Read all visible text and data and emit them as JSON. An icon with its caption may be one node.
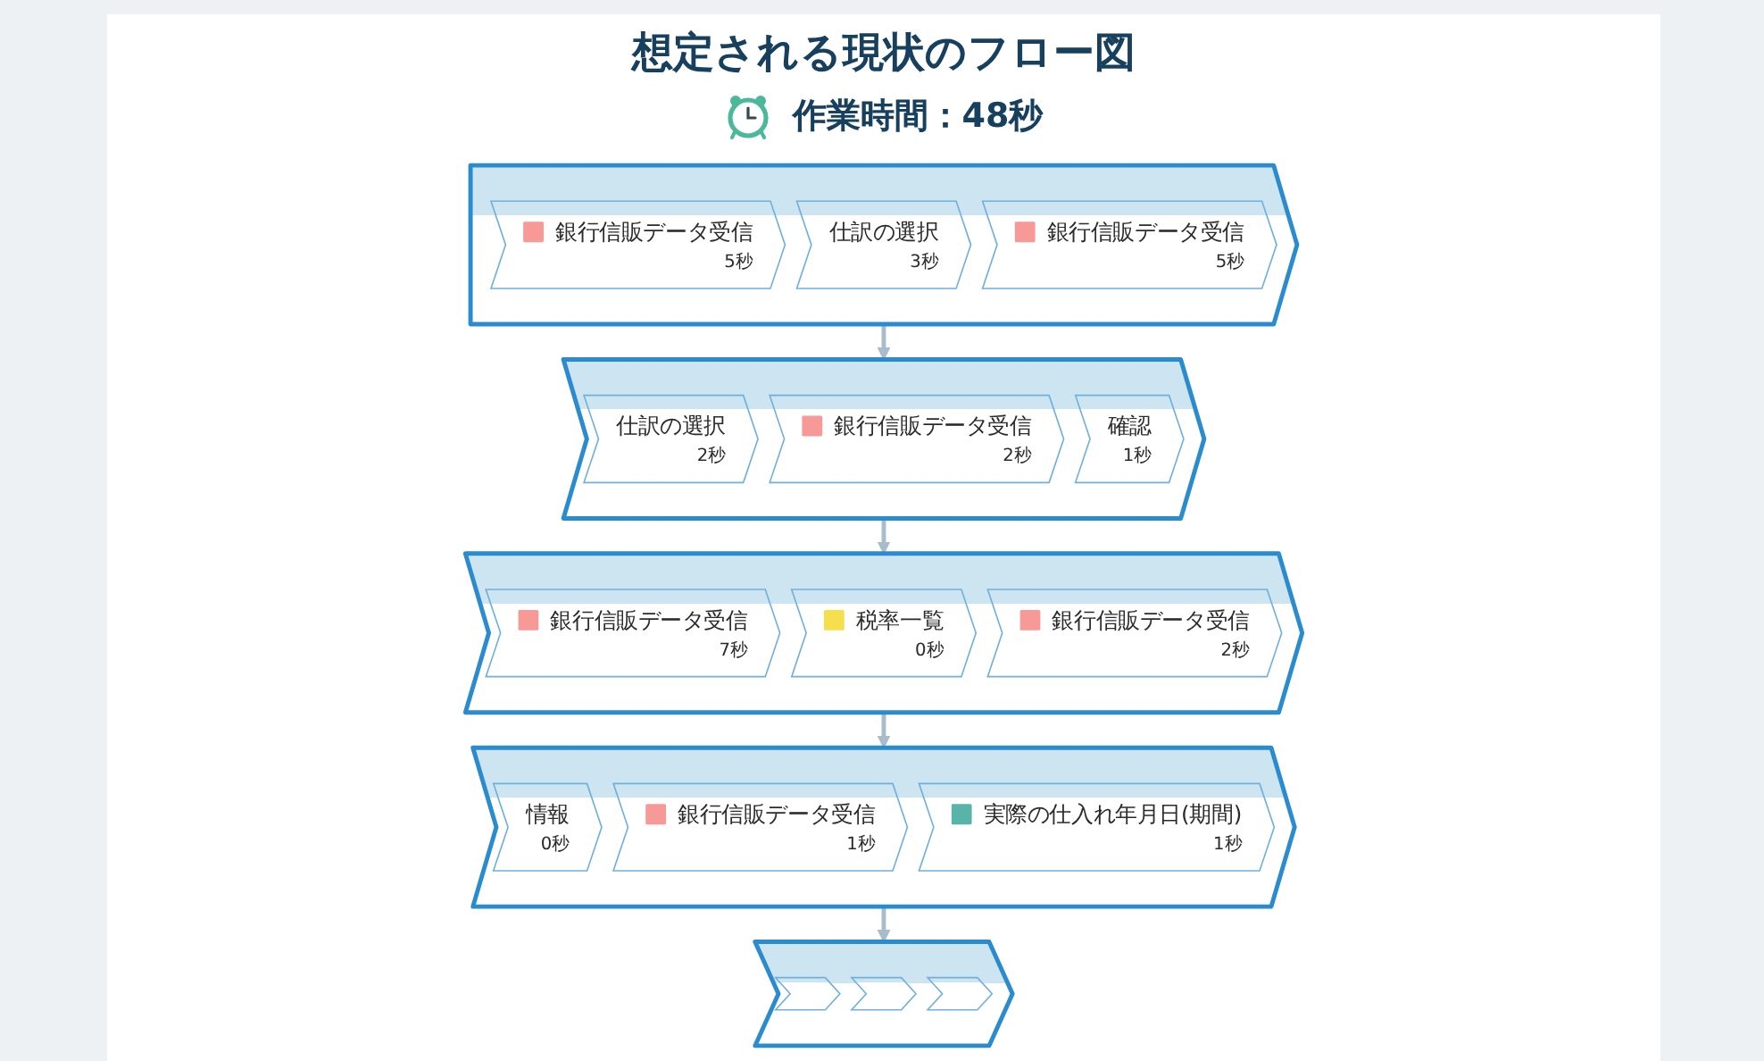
{
  "diagram": {
    "title": "想定される現状のフロー図",
    "nodes": [
      {
        "text": [],
        "shape": "band"
      },
      {
        "text": [
          "銀行信販データ受信",
          "5秒"
        ],
        "in": 0
      },
      {
        "text": [
          "仕訳の選択",
          "3秒"
        ],
        "in": 0
      },
      {
        "text": [
          "銀行信販データ受信",
          "5秒"
        ],
        "in": 0
      },
      {
        "text": [],
        "shape": "band"
      },
      {
        "text": [
          "仕訳の選択",
          "2秒"
        ],
        "in": 4
      },
      {
        "text": [
          "銀行信販データ受信",
          "2秒"
        ],
        "in": 4
      },
      {
        "text": [
          "確認",
          "1秒"
        ],
        "in": 4
      },
      {
        "text": [],
        "shape": "band"
      },
      {
        "text": [
          "銀行信販データ受信",
          "7秒"
        ],
        "in": 8
      },
      {
        "text": [
          "税率一覧",
          "0秒"
        ],
        "in": 8
      },
      {
        "text": [
          "銀行信販データ受信",
          "2秒"
        ],
        "in": 8
      },
      {
        "text": [],
        "shape": "band"
      },
      {
        "text": [
          "情報",
          "0秒"
        ],
        "in": 12
      },
      {
        "text": [
          "銀行信販データ受信",
          "1秒"
        ],
        "in": 12
      },
      {
        "text": [
          "実際の仕入れ年月日(期間)",
          "1秒"
        ],
        "in": 12
      },
      {
        "text": [],
        "shape": "band"
      },
      {
        "text": [],
        "shape": "chevron",
        "in": 16
      },
      {
        "text": [],
        "shape": "chevron",
        "in": 16
      },
      {
        "text": [],
        "shape": "chevron",
        "in": 16
      }
    ],
    "edges": [
      {
        "from": 0,
        "to": 4,
        "arrow": "to"
      },
      {
        "from": 4,
        "to": 8,
        "arrow": "to"
      },
      {
        "from": 8,
        "to": 12,
        "arrow": "to"
      },
      {
        "from": 12,
        "to": 16,
        "arrow": "to"
      }
    ],
    "labels": [
      "作業時間：48秒"
    ]
  }
}
